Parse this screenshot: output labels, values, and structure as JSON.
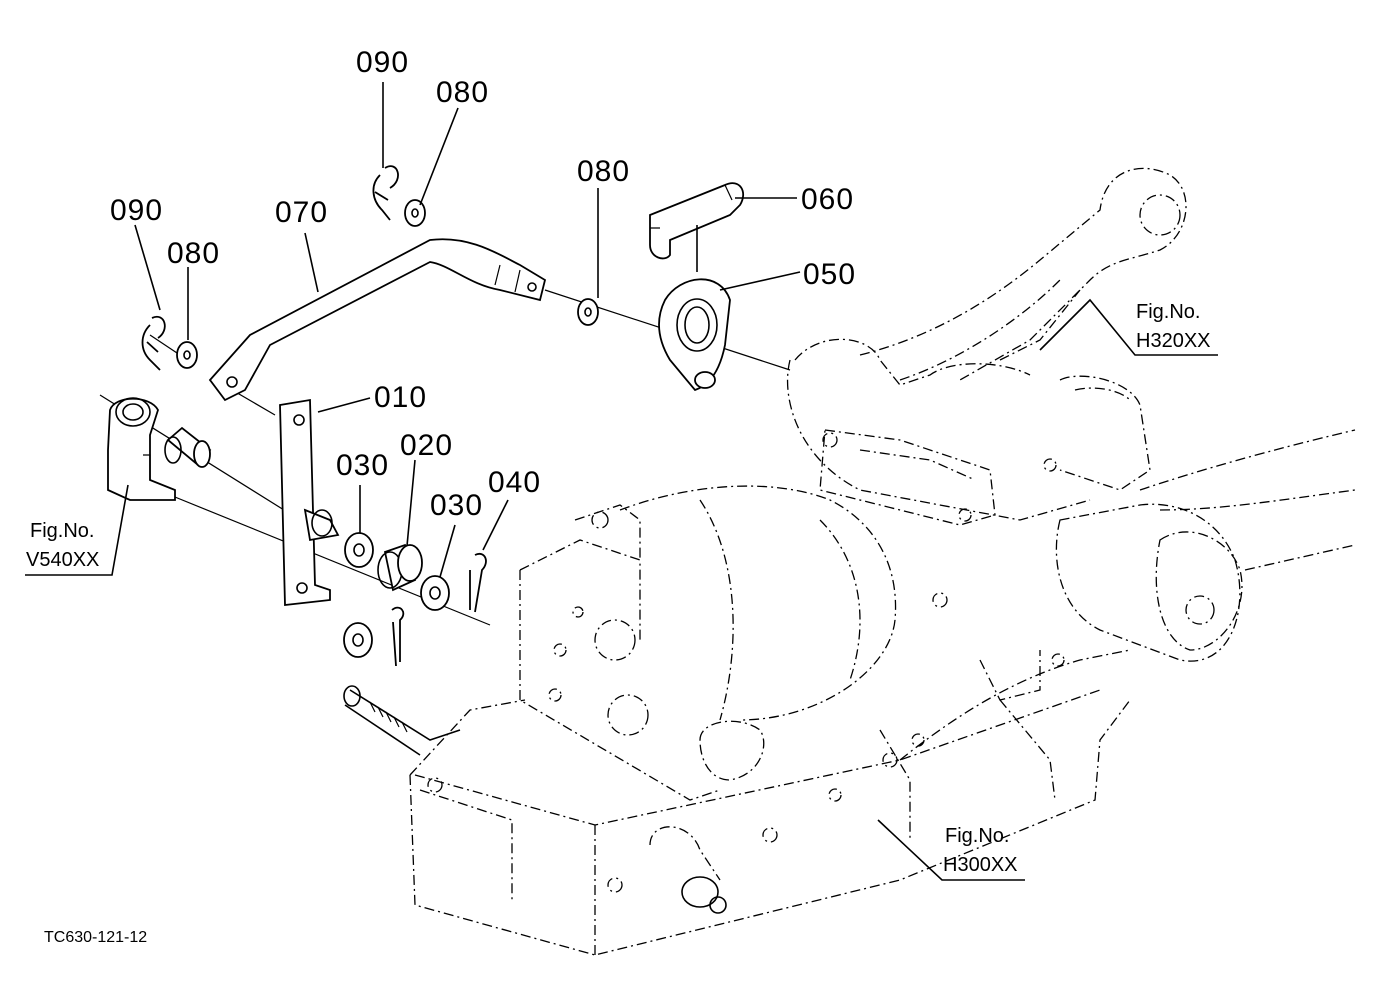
{
  "diagram_code": "TC630-121-12",
  "callouts": {
    "p010": "010",
    "p020": "020",
    "p030a": "030",
    "p030b": "030",
    "p040": "040",
    "p050": "050",
    "p060": "060",
    "p070": "070",
    "p080a": "080",
    "p080b": "080",
    "p080c": "080",
    "p090a": "090",
    "p090b": "090"
  },
  "references": {
    "v540": {
      "line1": "Fig.No.",
      "line2": "V540XX"
    },
    "h320": {
      "line1": "Fig.No.",
      "line2": "H320XX"
    },
    "h300": {
      "line1": "Fig.No.",
      "line2": "H300XX"
    }
  }
}
